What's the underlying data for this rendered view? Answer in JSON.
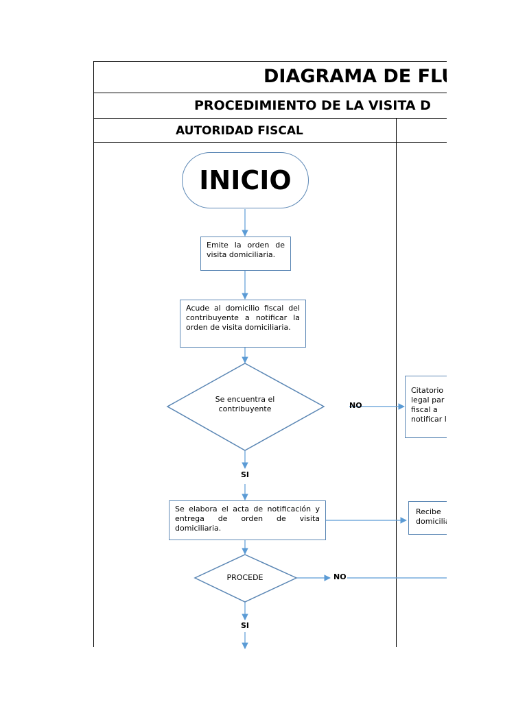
{
  "header": {
    "title": "DIAGRAMA DE FLU",
    "subtitle": "PROCEDIMIENTO DE LA VISITA D",
    "lane_left": "AUTORIDAD FISCAL"
  },
  "nodes": {
    "start": "INICIO",
    "step1": "Emite la orden de visita domiciliaria.",
    "step2": "Acude al domicilio fiscal del contribuyente a notificar la orden de visita domiciliaria.",
    "decision1": "Se encuentra el contribuyente",
    "step3": "Se elabora el acta de notificación y entrega de orden de visita domiciliaria.",
    "decision2": "PROCEDE",
    "right_box1_lines": [
      "Citatorio",
      "legal par",
      "fiscal  a",
      "notificar l"
    ],
    "right_box2_lines": [
      "Recibe  ",
      "domicilia"
    ]
  },
  "labels": {
    "no1": "NO",
    "si1": "SI",
    "no2": "NO",
    "si2": "SI"
  },
  "colors": {
    "shape_border": "#5a86b4",
    "connector": "#5b9bd5",
    "grid_line": "#000000"
  }
}
